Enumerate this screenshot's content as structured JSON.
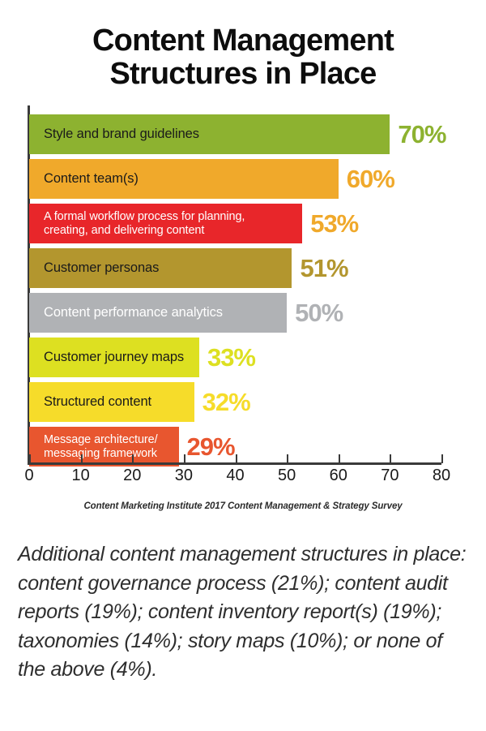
{
  "title": "Content Management\nStructures in Place",
  "source": "Content Marketing Institute 2017 Content Management & Strategy Survey",
  "footnote": "Additional content management structures in place: content governance process (21%); content audit reports (19%); content inventory report(s) (19%); taxonomies (14%); story maps (10%); or none of the above (4%).",
  "chart_data": {
    "type": "bar",
    "orientation": "horizontal",
    "title": "Content Management Structures in Place",
    "xlabel": "",
    "ylabel": "",
    "xlim": [
      0,
      80
    ],
    "xticks": [
      0,
      10,
      20,
      30,
      40,
      50,
      60,
      70,
      80
    ],
    "grid": false,
    "legend": "none",
    "categories": [
      "Style and brand guidelines",
      "Content team(s)",
      "A formal workflow process for planning, creating, and delivering content",
      "Customer personas",
      "Content performance analytics",
      "Customer journey maps",
      "Structured content",
      "Message architecture/messaging framework"
    ],
    "values": [
      70,
      60,
      53,
      51,
      50,
      33,
      32,
      29
    ],
    "value_labels": [
      "70%",
      "60%",
      "53%",
      "51%",
      "50%",
      "33%",
      "32%",
      "29%"
    ],
    "bar_colors": [
      "#8DB230",
      "#F0A92B",
      "#E8262A",
      "#B3962E",
      "#B0B2B5",
      "#DDE021",
      "#F6DC2A",
      "#E8562F"
    ],
    "label_value_colors": [
      "#8DB230",
      "#F0A92B",
      "#F0A92B",
      "#B3962E",
      "#B0B2B5",
      "#DDE021",
      "#F6DC2A",
      "#E8562F"
    ],
    "bars": [
      {
        "label": "Style and brand guidelines",
        "value": 70,
        "value_label": "70%",
        "bar_color": "#8DB230",
        "value_color": "#8DB230",
        "label_color": "dark",
        "label_size": "normal",
        "height": 49
      },
      {
        "label": "Content team(s)",
        "value": 60,
        "value_label": "60%",
        "bar_color": "#F0A92B",
        "value_color": "#F0A92B",
        "label_color": "dark",
        "label_size": "normal",
        "height": 49
      },
      {
        "label": "A formal workflow process for planning,\ncreating, and delivering content",
        "value": 53,
        "value_label": "53%",
        "bar_color": "#E8262A",
        "value_color": "#F0A92B",
        "label_color": "light",
        "label_size": "small",
        "height": 49
      },
      {
        "label": "Customer personas",
        "value": 51,
        "value_label": "51%",
        "bar_color": "#B3962E",
        "value_color": "#B3962E",
        "label_color": "dark",
        "label_size": "normal",
        "height": 49
      },
      {
        "label": "Content performance analytics",
        "value": 50,
        "value_label": "50%",
        "bar_color": "#B0B2B5",
        "value_color": "#B0B2B5",
        "label_color": "light",
        "label_size": "normal",
        "height": 49
      },
      {
        "label": "Customer journey maps",
        "value": 33,
        "value_label": "33%",
        "bar_color": "#DDE021",
        "value_color": "#DDE021",
        "label_color": "dark",
        "label_size": "normal",
        "height": 49
      },
      {
        "label": "Structured content",
        "value": 32,
        "value_label": "32%",
        "bar_color": "#F6DC2A",
        "value_color": "#F6DC2A",
        "label_color": "dark",
        "label_size": "normal",
        "height": 49
      },
      {
        "label": "Message architecture/\nmessaging framework",
        "value": 29,
        "value_label": "29%",
        "bar_color": "#E8562F",
        "value_color": "#E8562F",
        "label_color": "light",
        "label_size": "small",
        "height": 49
      }
    ]
  }
}
